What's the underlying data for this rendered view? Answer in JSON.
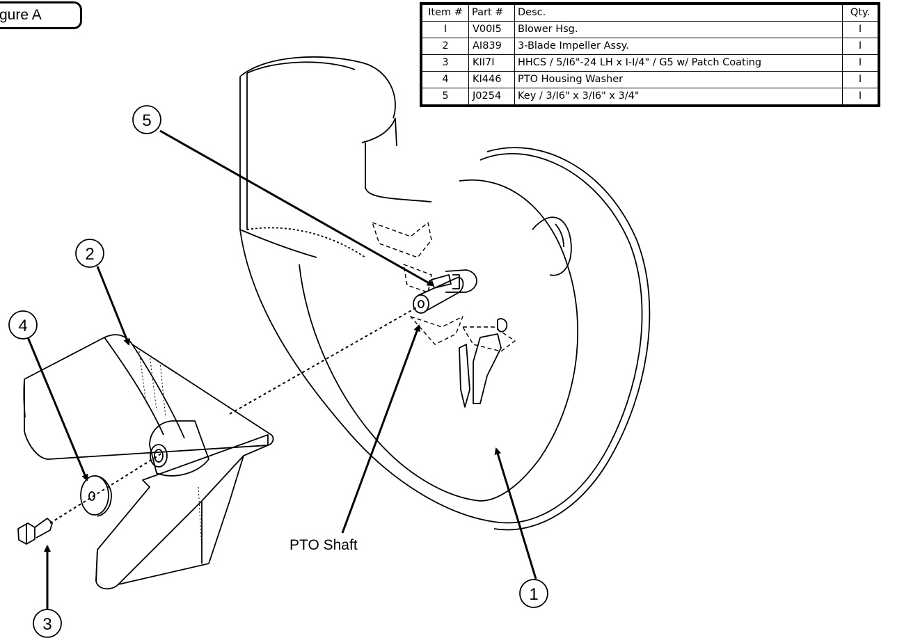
{
  "figure_label": "gure A",
  "parts_table": {
    "headers": [
      "Item #",
      "Part #",
      "Desc.",
      "Qty."
    ],
    "rows": [
      [
        "I",
        "V00I5",
        "Blower Hsg.",
        "I"
      ],
      [
        "2",
        "AI839",
        "3-Blade Impeller Assy.",
        "I"
      ],
      [
        "3",
        "KII7I",
        "HHCS / 5/I6\"-24 LH x I-I/4\" / G5 w/ Patch Coating",
        "I"
      ],
      [
        "4",
        "KI446",
        "PTO Housing Washer",
        "I"
      ],
      [
        "5",
        "J0254",
        "Key / 3/I6\" x 3/I6\" x 3/4\"",
        "I"
      ]
    ]
  },
  "callouts": [
    {
      "id": "1",
      "label": "1"
    },
    {
      "id": "2",
      "label": "2"
    },
    {
      "id": "3",
      "label": "3"
    },
    {
      "id": "4",
      "label": "4"
    },
    {
      "id": "5",
      "label": "5"
    }
  ],
  "annotations": {
    "pto_shaft": "PTO Shaft"
  },
  "colors": {
    "ink": "#000000",
    "paper": "#ffffff"
  }
}
